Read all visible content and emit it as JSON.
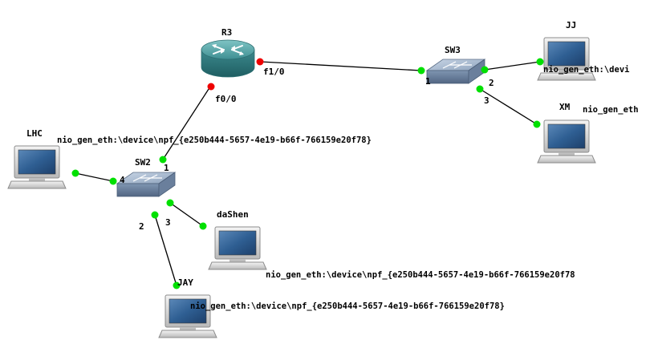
{
  "nodes": {
    "r3": {
      "name": "R3",
      "icon": "router-icon"
    },
    "sw3": {
      "name": "SW3",
      "icon": "switch-icon"
    },
    "sw2": {
      "name": "SW2",
      "icon": "switch-icon"
    },
    "jj": {
      "name": "JJ",
      "icon": "pc-icon"
    },
    "xm": {
      "name": "XM",
      "icon": "pc-icon"
    },
    "lhc": {
      "name": "LHC",
      "icon": "pc-icon"
    },
    "dashen": {
      "name": "daShen",
      "icon": "pc-icon"
    },
    "jay": {
      "name": "JAY",
      "icon": "pc-icon"
    }
  },
  "ports": {
    "r3_f10": "f1/0",
    "r3_f00": "f0/0",
    "sw3_1": "1",
    "sw3_2": "2",
    "sw3_3": "3",
    "sw2_1": "1",
    "sw2_2": "2",
    "sw2_3": "3",
    "sw2_4": "4"
  },
  "interfaces": {
    "jj": "nio_gen_eth:\\devi",
    "xm": "nio_gen_eth",
    "lhc": "nio_gen_eth:\\device\\npf_{e250b444-5657-4e19-b66f-766159e20f78}",
    "dashen": "nio_gen_eth:\\device\\npf_{e250b444-5657-4e19-b66f-766159e20f78",
    "jay": "nio_gen_eth:\\device\\npf_{e250b444-5657-4e19-b66f-766159e20f78}"
  },
  "colors": {
    "link": "#000000",
    "status_up": "#00e000",
    "status_down": "#ee0000"
  }
}
